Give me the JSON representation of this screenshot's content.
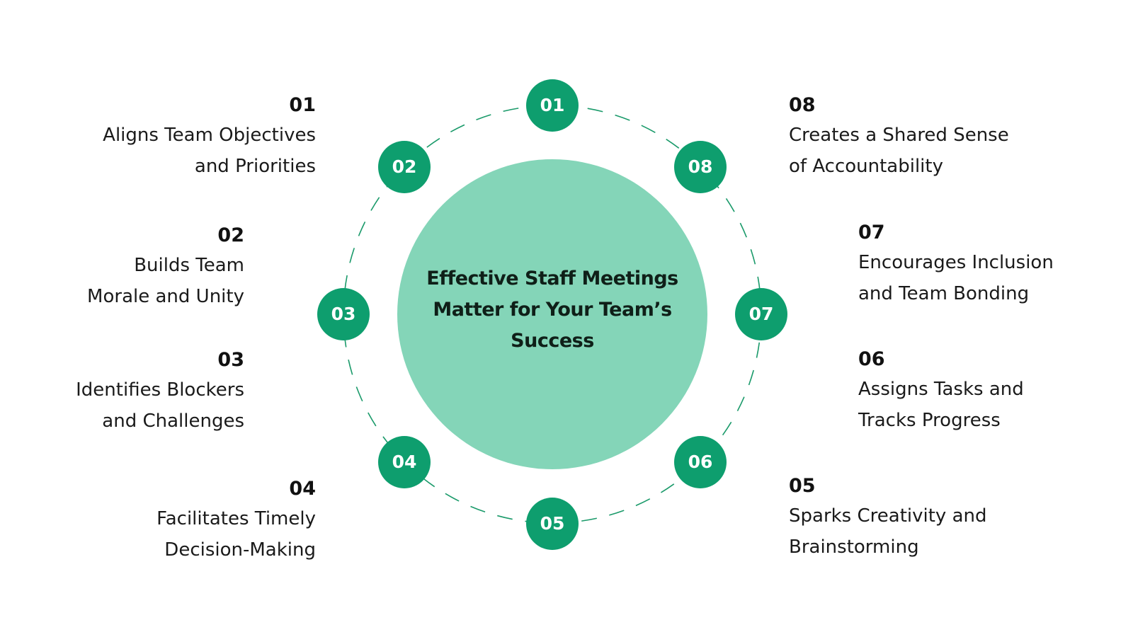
{
  "colors": {
    "center_fill": "#84d5b8",
    "node_fill": "#0e9e6e",
    "dashed_ring": "#1a9a6a",
    "node_text": "#ffffff"
  },
  "center": {
    "title": "Effective Staff Meetings\nMatter for Your Team’s\nSuccess"
  },
  "nodes": [
    "01",
    "02",
    "03",
    "04",
    "05",
    "06",
    "07",
    "08"
  ],
  "items": [
    {
      "number": "01",
      "text": "Aligns Team Objectives\nand Priorities"
    },
    {
      "number": "02",
      "text": "Builds Team\nMorale and Unity"
    },
    {
      "number": "03",
      "text": "Identifies Blockers\nand Challenges"
    },
    {
      "number": "04",
      "text": "Facilitates Timely\nDecision-Making"
    },
    {
      "number": "05",
      "text": "Sparks Creativity and\nBrainstorming"
    },
    {
      "number": "06",
      "text": "Assigns Tasks and\nTracks Progress"
    },
    {
      "number": "07",
      "text": "Encourages Inclusion\nand Team Bonding"
    },
    {
      "number": "08",
      "text": "Creates a Shared Sense\nof Accountability"
    }
  ]
}
